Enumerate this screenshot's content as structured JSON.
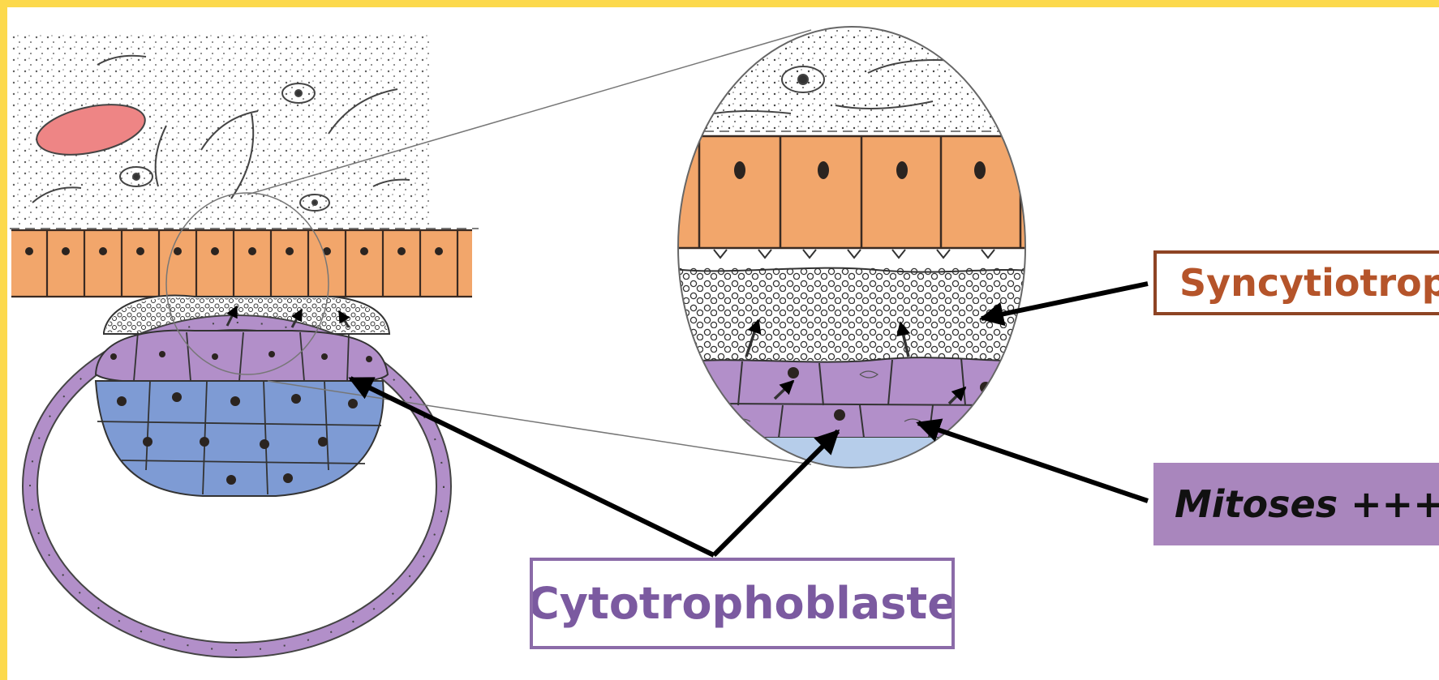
{
  "labels": {
    "syncytiotrophoblaste": "Syncytiotrophoblaste",
    "mitoses": "Mitoses +++",
    "cytotrophoblaste": "Cytotrophoblaste"
  },
  "colors": {
    "frame": "#fcd94c",
    "endometrium_epithelium": "#f2a66b",
    "cytotrophoblast": "#b28fc9",
    "embryoblast": "#7e9bd4",
    "blood_vessel": "#ee8585",
    "syncytio_label": "#b5542a",
    "mitoses_label_bg": "#a986bd",
    "cyto_label": "#7b5aa0"
  }
}
